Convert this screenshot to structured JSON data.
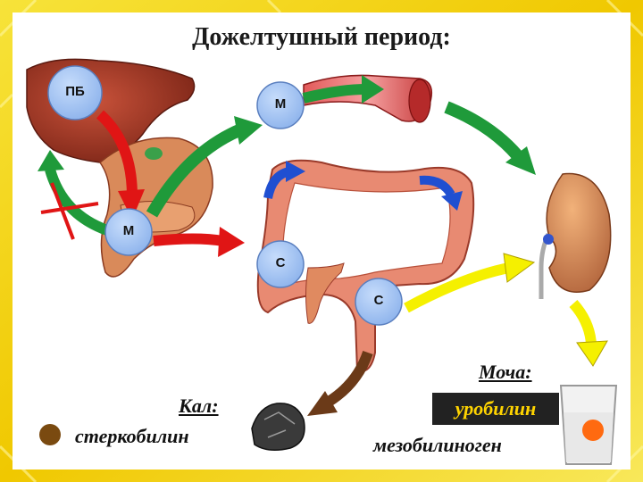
{
  "title": "Дожелтушный период:",
  "nodes": {
    "pb": "ПБ",
    "m_top": "М",
    "m_left": "М",
    "c_mid": "С",
    "c_low": "С"
  },
  "labels": {
    "urine": "Моча:",
    "urobilin": "уробилин",
    "mesobilinogen": "мезобилиноген",
    "feces": "Кал:",
    "stercobilin": "стеркобилин"
  },
  "colors": {
    "frame": "#f3d21a",
    "green_arrow": "#1f9a3a",
    "red_arrow": "#e01515",
    "blue_arrow": "#1f4fd1",
    "yellow_arrow": "#f5f000",
    "brown_arrow": "#6b3a18",
    "node_fill": "#9cc0f2"
  }
}
